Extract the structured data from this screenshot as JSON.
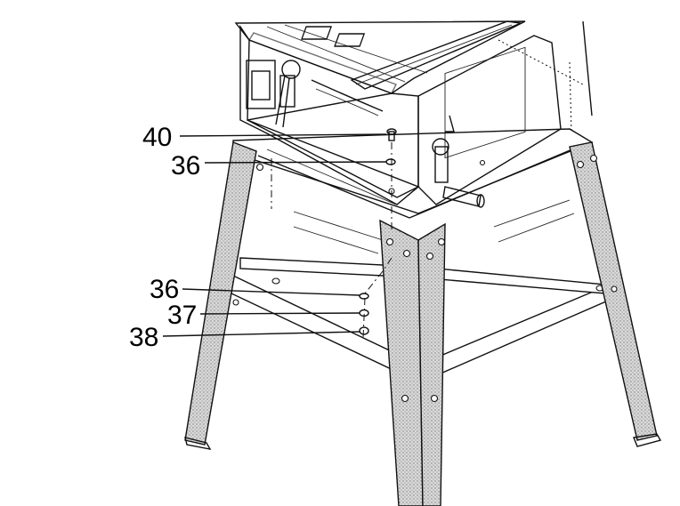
{
  "diagram": {
    "callouts": [
      {
        "id": "40",
        "label": "40",
        "part": "bolt"
      },
      {
        "id": "36a",
        "label": "36",
        "part": "washer"
      },
      {
        "id": "36b",
        "label": "36",
        "part": "washer"
      },
      {
        "id": "37",
        "label": "37",
        "part": "lock-washer"
      },
      {
        "id": "38",
        "label": "38",
        "part": "nut"
      }
    ]
  }
}
